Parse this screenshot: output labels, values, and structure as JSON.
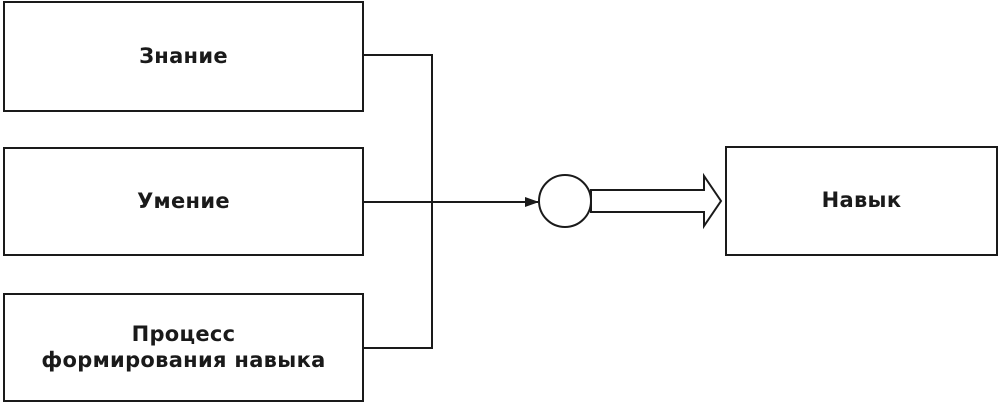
{
  "diagram": {
    "nodes": {
      "knowledge": "Знание",
      "ability": "Умение",
      "process_line1": "Процесс",
      "process_line2": "формирования навыка",
      "skill": "Навык"
    },
    "colors": {
      "stroke": "#1a1a1a",
      "fill": "#ffffff"
    }
  }
}
